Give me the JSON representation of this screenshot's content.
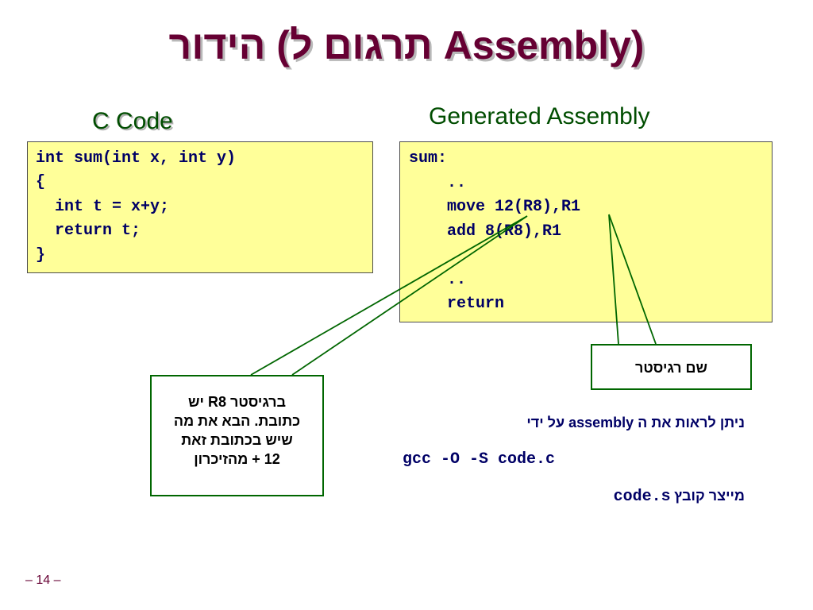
{
  "slide": {
    "title": "הידור (תרגום ל Assembly)",
    "c_heading": "C Code",
    "asm_heading": "Generated Assembly",
    "c_code": [
      "int sum(int x, int y)",
      "{",
      "  int t = x+y;",
      "  return t;",
      "}"
    ],
    "asm_code": [
      "sum:",
      "    ..",
      "    move 12(R8),R1",
      "    add 8(R8),R1",
      "",
      "    ..",
      "    return"
    ],
    "register_note": "שם רגיסטר",
    "r8_note": [
      "ברגיסטר R8 יש",
      "כתובת. הבא את מה",
      "שיש בכתובת זאת",
      "12 + מהזיכרון"
    ],
    "compile_hint": "ניתן לראות את ה assembly על ידי",
    "compile_command": "gcc -O -S code.c",
    "output_file_label": "מייצר קובץ",
    "output_file_name": "code.s",
    "page_number": "– 14 –"
  },
  "colors": {
    "title": "#660033",
    "heading": "#004d00",
    "code_text": "#000066",
    "code_bg": "#ffff99",
    "note_border": "#006600"
  }
}
